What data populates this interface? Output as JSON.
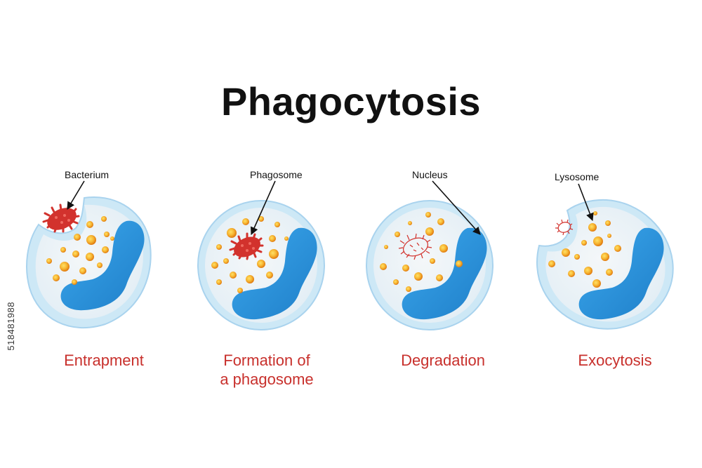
{
  "title": "Phagocytosis",
  "stages": [
    {
      "caption": "Entrapment",
      "callout": "Bacterium"
    },
    {
      "caption_line1": "Formation of",
      "caption_line2": "a phagosome",
      "callout": "Phagosome"
    },
    {
      "caption": "Degradation",
      "callout": "Nucleus"
    },
    {
      "caption": "Exocytosis",
      "callout": "Lysosome"
    }
  ],
  "stock_id": "518481988",
  "colors": {
    "cell_rim": "#cde8f6",
    "cell_body": "#eef4f8",
    "nucleus": "#2e95dc",
    "granule": "#f4a81d",
    "bacterium": "#d2322d",
    "caption": "#c8302c",
    "title": "#111111"
  }
}
